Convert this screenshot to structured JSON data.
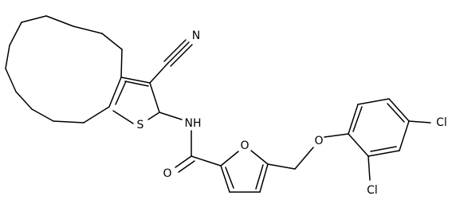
{
  "molecule": {
    "atoms": {
      "cyano_n": "N",
      "thiophene_s": "S",
      "amide_nh": "NH",
      "carbonyl_o": "O",
      "furan_o": "O",
      "ether_o": "O",
      "cl_para": "Cl",
      "cl_ortho": "Cl"
    }
  }
}
